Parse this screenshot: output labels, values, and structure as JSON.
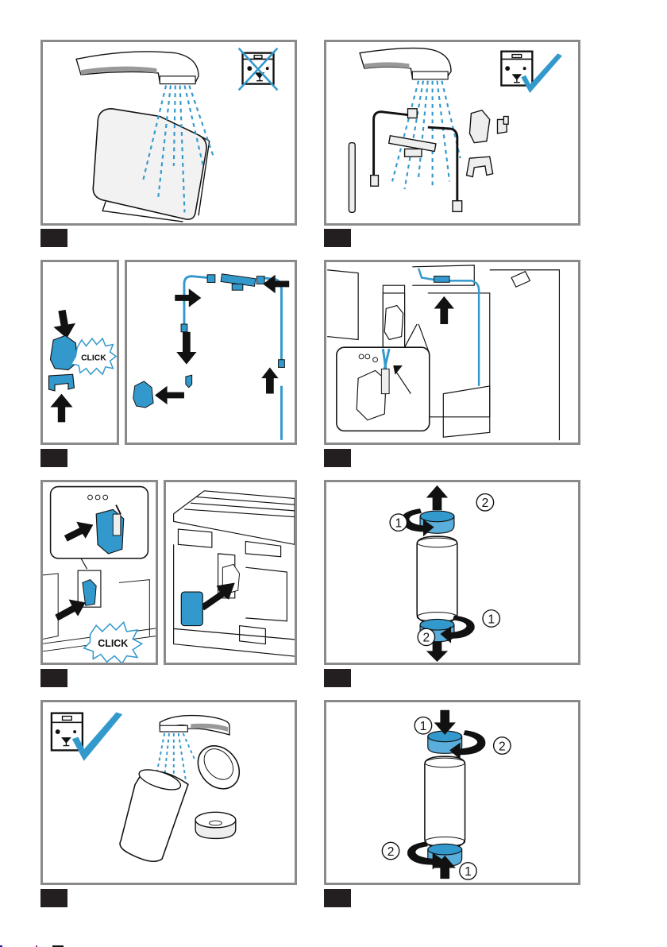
{
  "document": {
    "type": "coffee machine maintenance illustration sheet",
    "accent_color": "#3399cc",
    "panel_border_color": "#8a8a8a",
    "label_box_color": "#231f20"
  },
  "steps": [
    {
      "id": "step-1",
      "label": "",
      "description": "Brew unit cover rinsed under running tap",
      "dishwasher_safe": false,
      "icons": [
        "tap-icon",
        "dishwasher-crossed-icon"
      ]
    },
    {
      "id": "step-2",
      "label": "",
      "description": "Milk system parts rinsed under running tap",
      "dishwasher_safe": true,
      "icons": [
        "tap-icon",
        "dishwasher-check-icon"
      ]
    },
    {
      "id": "step-3",
      "label": "",
      "description": "Assemble milk system parts",
      "click_label": "CLICK"
    },
    {
      "id": "step-4",
      "label": "",
      "description": "Insert milk tube into machine holder"
    },
    {
      "id": "step-5",
      "label": "",
      "description": "Mount valve into machine and attach cover",
      "click_label": "CLICK"
    },
    {
      "id": "step-6",
      "label": "",
      "description": "Remove filter caps: turn and pull",
      "markers": [
        "1",
        "2",
        "1",
        "2"
      ]
    },
    {
      "id": "step-7",
      "label": "",
      "description": "Rinse filter and caps under tap; dishwasher safe",
      "dishwasher_safe": true
    },
    {
      "id": "step-8",
      "label": "",
      "description": "Replace filter caps: press and turn",
      "markers": [
        "1",
        "2",
        "2",
        "1"
      ]
    }
  ]
}
